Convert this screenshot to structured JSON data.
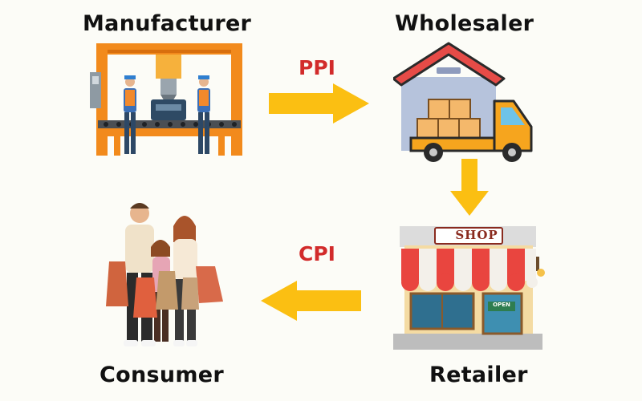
{
  "nodes": {
    "manufacturer": "Manufacturer",
    "wholesaler": "Wholesaler",
    "retailer": "Retailer",
    "consumer": "Consumer"
  },
  "arrows": {
    "manufacturer_to_wholesaler": "PPI",
    "retailer_to_consumer": "CPI"
  },
  "shop": {
    "sign": "SHOP",
    "door_sign": "OPEN"
  },
  "colors": {
    "arrow": "#fbbf12",
    "label": "#d22b2b",
    "factory_frame": "#f28a1c",
    "roof": "#e64b47",
    "truck": "#f6a51e",
    "awning_red": "#e9453f"
  }
}
